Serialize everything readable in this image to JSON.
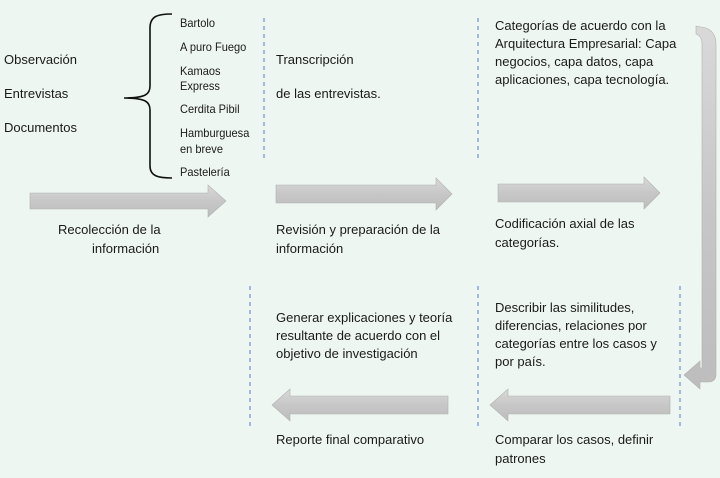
{
  "sources": [
    "Observación",
    "Entrevistas",
    "Documentos"
  ],
  "cases": [
    "Bartolo",
    "A puro Fuego",
    "Kamaos",
    "Express",
    "Cerdita Pibil",
    "Hamburguesa",
    "en breve",
    "Pastelería"
  ],
  "stage1": {
    "label_line1": "Recolección de la",
    "label_line2": "información"
  },
  "transcription": {
    "line1": "Transcripción",
    "line2": "de las entrevistas."
  },
  "stage2": {
    "label_line1": "Revisión y preparación de la",
    "label_line2": "información"
  },
  "categories": {
    "line1": "Categorías de acuerdo con la",
    "line2": "Arquitectura Empresarial: Capa",
    "line3": "negocios, capa datos, capa",
    "line4": "aplicaciones, capa tecnología."
  },
  "stage3": {
    "label_line1": "Codificación axial de las",
    "label_line2": "categorías."
  },
  "describe": {
    "line1": "Describir las similitudes,",
    "line2": "diferencias, relaciones por",
    "line3": "categorías entre los casos y",
    "line4": "por país."
  },
  "stage4": {
    "label_line1": "Comparar los casos, definir",
    "label_line2": "patrones"
  },
  "explain": {
    "line1": "Generar explicaciones y teoría",
    "line2": "resultante de acuerdo con el",
    "line3": "objetivo de investigación"
  },
  "stage5": {
    "label": "Reporte final comparativo"
  }
}
